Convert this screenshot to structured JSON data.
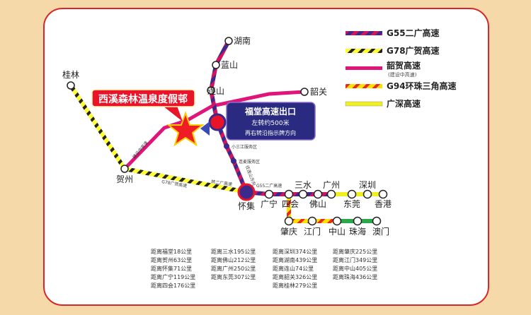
{
  "resort": {
    "name": "西溪森林温泉度假邨"
  },
  "exit_callout": {
    "title": "福堂高速出口",
    "line1": "左转约500米",
    "line2": "再右转沿指示牌方向"
  },
  "service_areas": [
    "小三江服务区",
    "连麦服务区"
  ],
  "road_labels": {
    "under_construction": "建设中高速",
    "g78": "G78广贺高速",
    "g55": "G55二广高速",
    "turn_g55": "转二广高速",
    "to_lianshan": "往连山方向"
  },
  "cities": {
    "hunan": "湖南",
    "lanshan": "蓝山",
    "lianshan": "连山",
    "shaoguan": "韶关",
    "guilin": "桂林",
    "hezhou": "贺州",
    "huaiji": "怀集",
    "guangning": "广宁",
    "sihui": "四会",
    "sanshui": "三水",
    "foshan": "佛山",
    "guangzhou": "广州",
    "dongguan": "东莞",
    "shenzhen": "深圳",
    "hongkong": "香港",
    "zhaoqing": "肇庆",
    "jiangmen": "江门",
    "zhongshan": "中山",
    "zhuhai": "珠海",
    "macau": "澳门"
  },
  "legend": [
    {
      "label": "G55二广高速",
      "sub": ""
    },
    {
      "label": "G78广贺高速",
      "sub": ""
    },
    {
      "label": "韶贺高速",
      "sub": "(建设中高速)"
    },
    {
      "label": "G94环珠三角高速",
      "sub": ""
    },
    {
      "label": "广深高速",
      "sub": ""
    }
  ],
  "distances": [
    [
      "距离福堂18公里",
      "距离贺州63公里",
      "距离怀集71公里",
      "距离广宁119公里",
      "距离四会176公里"
    ],
    [
      "距离三水195公里",
      "距离佛山212公里",
      "距离广州250公里",
      "距离东莞307公里"
    ],
    [
      "距离深圳374公里",
      "距离湖南439公里",
      "距离连山74公里",
      "距离韶关326公里",
      "距离桂林279公里"
    ],
    [
      "距离肇庆225公里",
      "距离江门349公里",
      "距离中山405公里",
      "距离珠海436公里"
    ]
  ],
  "colors": {
    "frame": "#d8262a",
    "g55_a": "#d4145a",
    "g55_b": "#3b2a8c",
    "g78_a": "#ffff33",
    "g78_b": "#222222",
    "shaohe": "#e0157a",
    "g94_a": "#ffe000",
    "g94_b": "#e8281e",
    "guangshen": "#f0f020",
    "green": "#2aa84a",
    "callout": "#2a2a80"
  }
}
